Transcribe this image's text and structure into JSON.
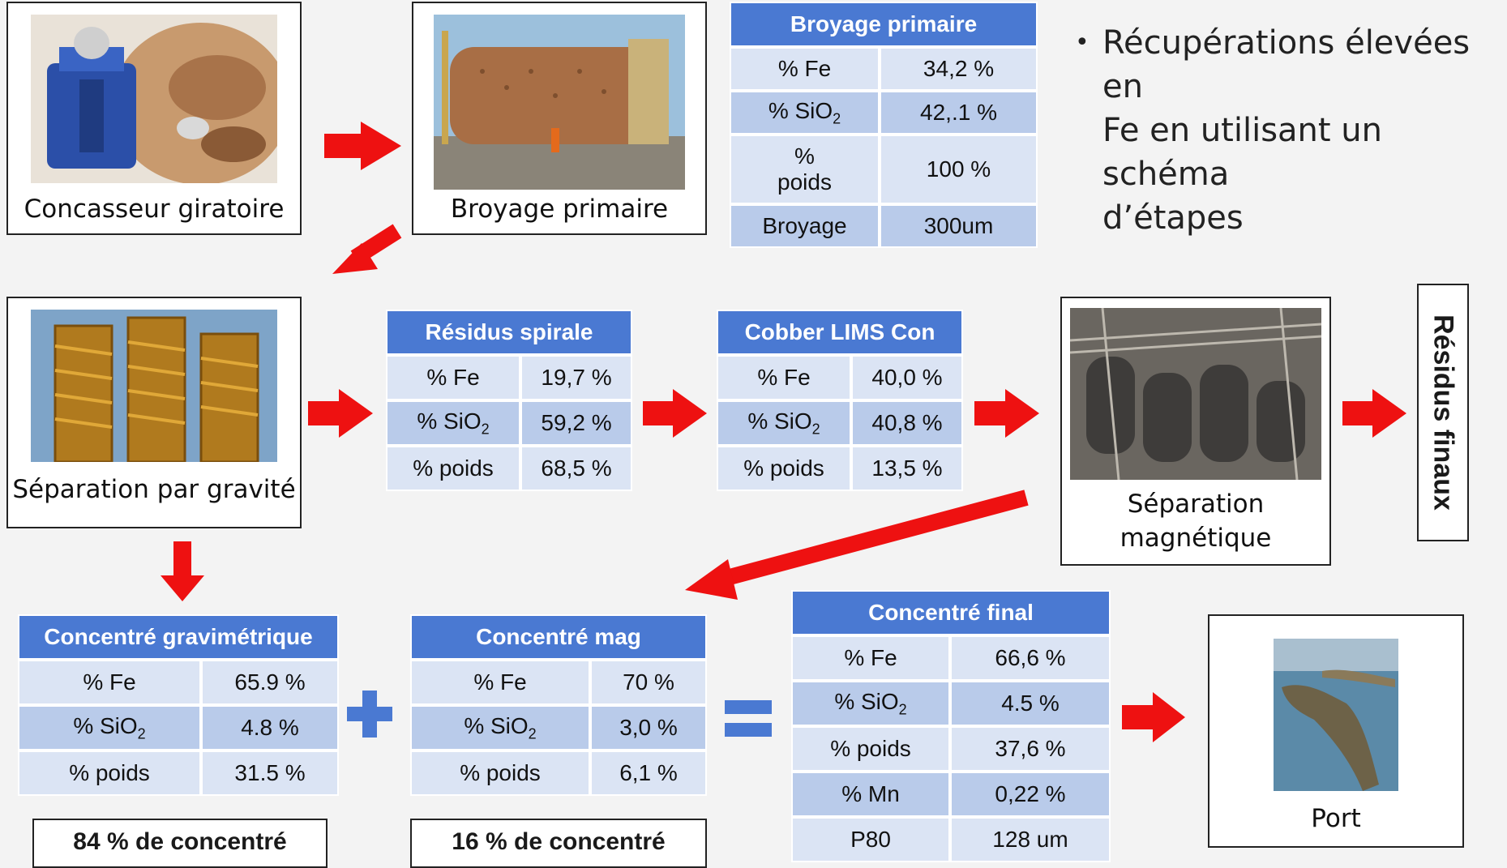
{
  "boxes": {
    "gyratory": "Concasseur giratoire",
    "primary_grinding": "Broyage primaire",
    "gravity": "Séparation par gravité",
    "magnetic_line1": "Séparation",
    "magnetic_line2": "magnétique",
    "port": "Port",
    "final_tailings": "Résidus finaux"
  },
  "bullet": {
    "line1": "Récupérations élevées en",
    "line2": "Fe en utilisant un schéma",
    "line3": "d’étapes"
  },
  "tables": {
    "broyage": {
      "title": "Broyage primaire",
      "rows": [
        {
          "label": "% Fe",
          "value": "34,2 %"
        },
        {
          "label": "% SiO",
          "sub": "2",
          "value": "42,.1 %"
        },
        {
          "label1": "%",
          "label2": "poids",
          "value": "100 %"
        },
        {
          "label": "Broyage",
          "value": "300um"
        }
      ]
    },
    "spiral": {
      "title": "Résidus spirale",
      "rows": [
        {
          "label": "% Fe",
          "value": "19,7 %"
        },
        {
          "label": "% SiO",
          "sub": "2",
          "value": "59,2 %"
        },
        {
          "label": "% poids",
          "value": "68,5 %"
        }
      ]
    },
    "cobber": {
      "title": "Cobber LIMS Con",
      "rows": [
        {
          "label": "% Fe",
          "value": "40,0 %"
        },
        {
          "label": "% SiO",
          "sub": "2",
          "value": "40,8 %"
        },
        {
          "label": "% poids",
          "value": "13,5 %"
        }
      ]
    },
    "gravimetric": {
      "title": "Concentré gravimétrique",
      "rows": [
        {
          "label": "% Fe",
          "value": "65.9 %"
        },
        {
          "label": "% SiO",
          "sub": "2",
          "value": "4.8 %"
        },
        {
          "label": "% poids",
          "value": "31.5 %"
        }
      ]
    },
    "mag": {
      "title": "Concentré mag",
      "rows": [
        {
          "label": "% Fe",
          "value": "70 %"
        },
        {
          "label": "% SiO",
          "sub": "2",
          "value": "3,0 %"
        },
        {
          "label": "% poids",
          "value": "6,1 %"
        }
      ]
    },
    "final": {
      "title": "Concentré final",
      "rows": [
        {
          "label": "% Fe",
          "value": "66,6 %"
        },
        {
          "label": "% SiO",
          "sub": "2",
          "value": "4.5 %"
        },
        {
          "label": "% poids",
          "value": "37,6 %"
        },
        {
          "label": "% Mn",
          "value": "0,22 %"
        },
        {
          "label": "P80",
          "value": "128 um"
        }
      ]
    }
  },
  "summaries": {
    "gravimetric": "84 % de concentré",
    "mag": "16 % de concentré"
  },
  "operators": {
    "plus": "plus-icon",
    "equals": "equals-icon"
  },
  "icons": [
    "right-arrow-icon",
    "down-arrow-icon",
    "diagonal-arrow-icon"
  ],
  "colors": {
    "arrow": "#ee1111",
    "table_header": "#4a79d2",
    "row_light": "#dbe4f4",
    "row_dark": "#b9cbea",
    "operator": "#4a79d2"
  }
}
